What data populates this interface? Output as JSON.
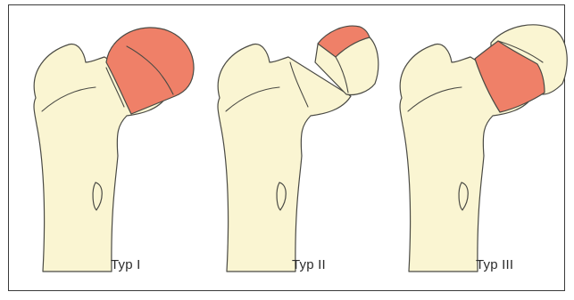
{
  "panels": [
    {
      "label": "Typ I"
    },
    {
      "label": "Typ II"
    },
    {
      "label": "Typ III"
    }
  ],
  "colors": {
    "bone": "#faf5d2",
    "highlight": "#ef8068",
    "outline": "#4a4a44",
    "frame": "#3a3a3a"
  }
}
